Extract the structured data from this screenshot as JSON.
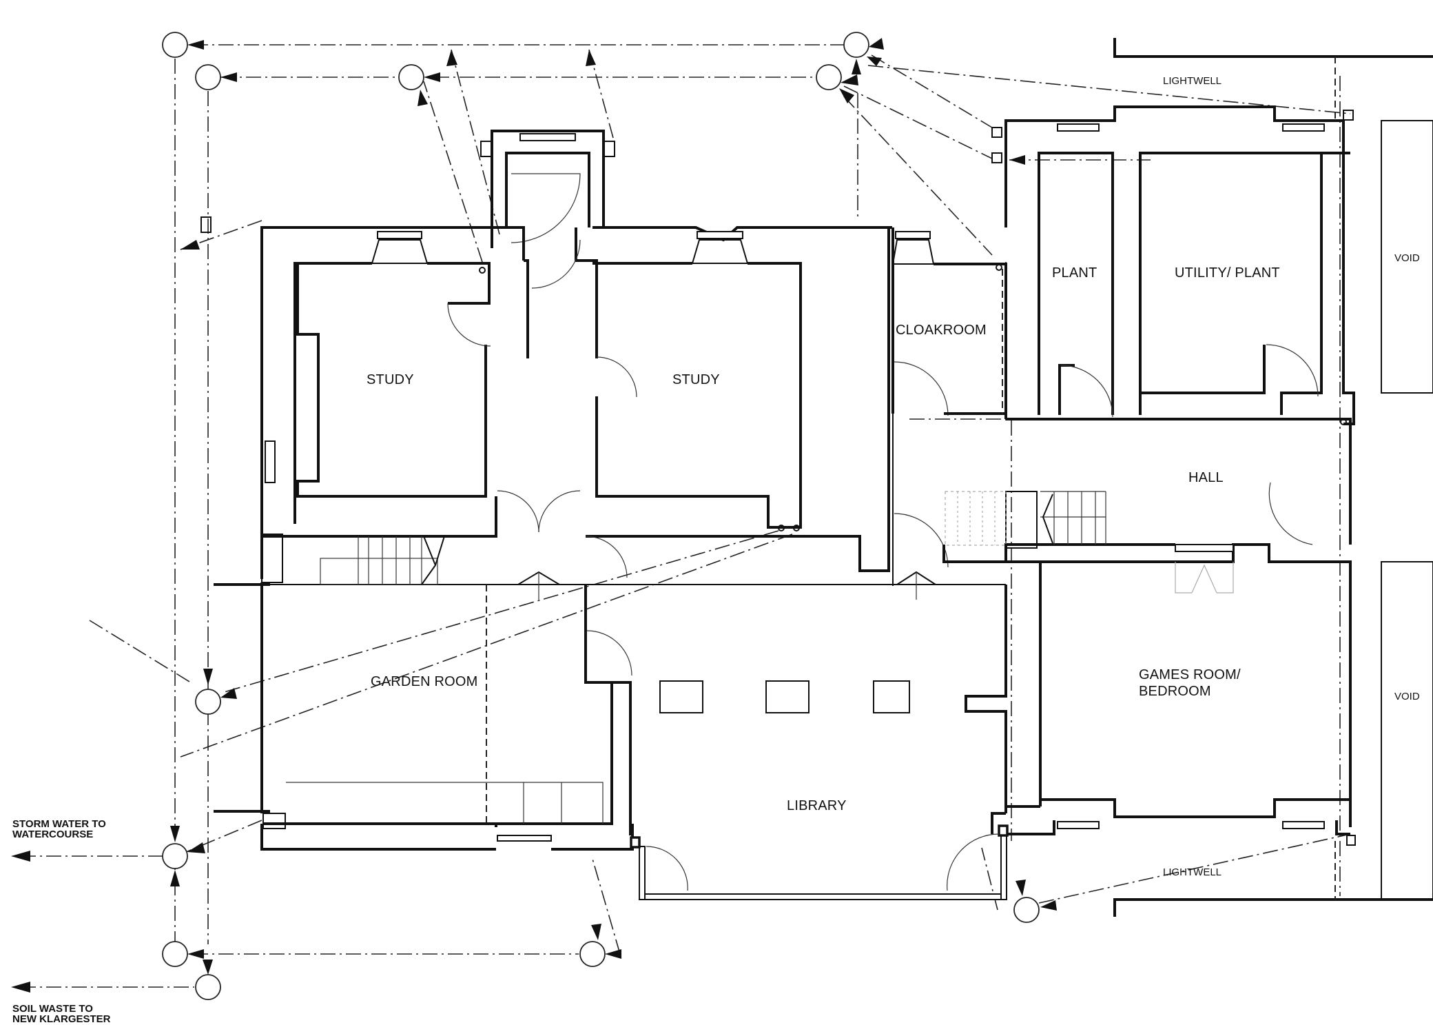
{
  "drawing": {
    "type": "floor plan with drainage layout",
    "line_color": "#111111",
    "background": "#ffffff"
  },
  "rooms": {
    "study_left": "STUDY",
    "study_center": "STUDY",
    "cloakroom": "CLOAKROOM",
    "plant": "PLANT",
    "utility_plant": "UTILITY/ PLANT",
    "hall": "HALL",
    "garden_room": "GARDEN ROOM",
    "library": "LIBRARY",
    "games_room_line1": "GAMES ROOM/",
    "games_room_line2": "BEDROOM",
    "void_top": "VOID",
    "void_bottom": "VOID",
    "lightwell_top": "LIGHTWELL",
    "lightwell_bottom": "LIGHTWELL"
  },
  "notes": {
    "storm_line1": "STORM WATER TO",
    "storm_line2": "WATERCOURSE",
    "soil_line1": "SOIL WASTE TO",
    "soil_line2": "NEW KLARGESTER"
  },
  "symbols": {
    "manhole_icon": "circle",
    "flow_arrow_icon": "filled-triangle",
    "drain_line": "dash-dot"
  }
}
